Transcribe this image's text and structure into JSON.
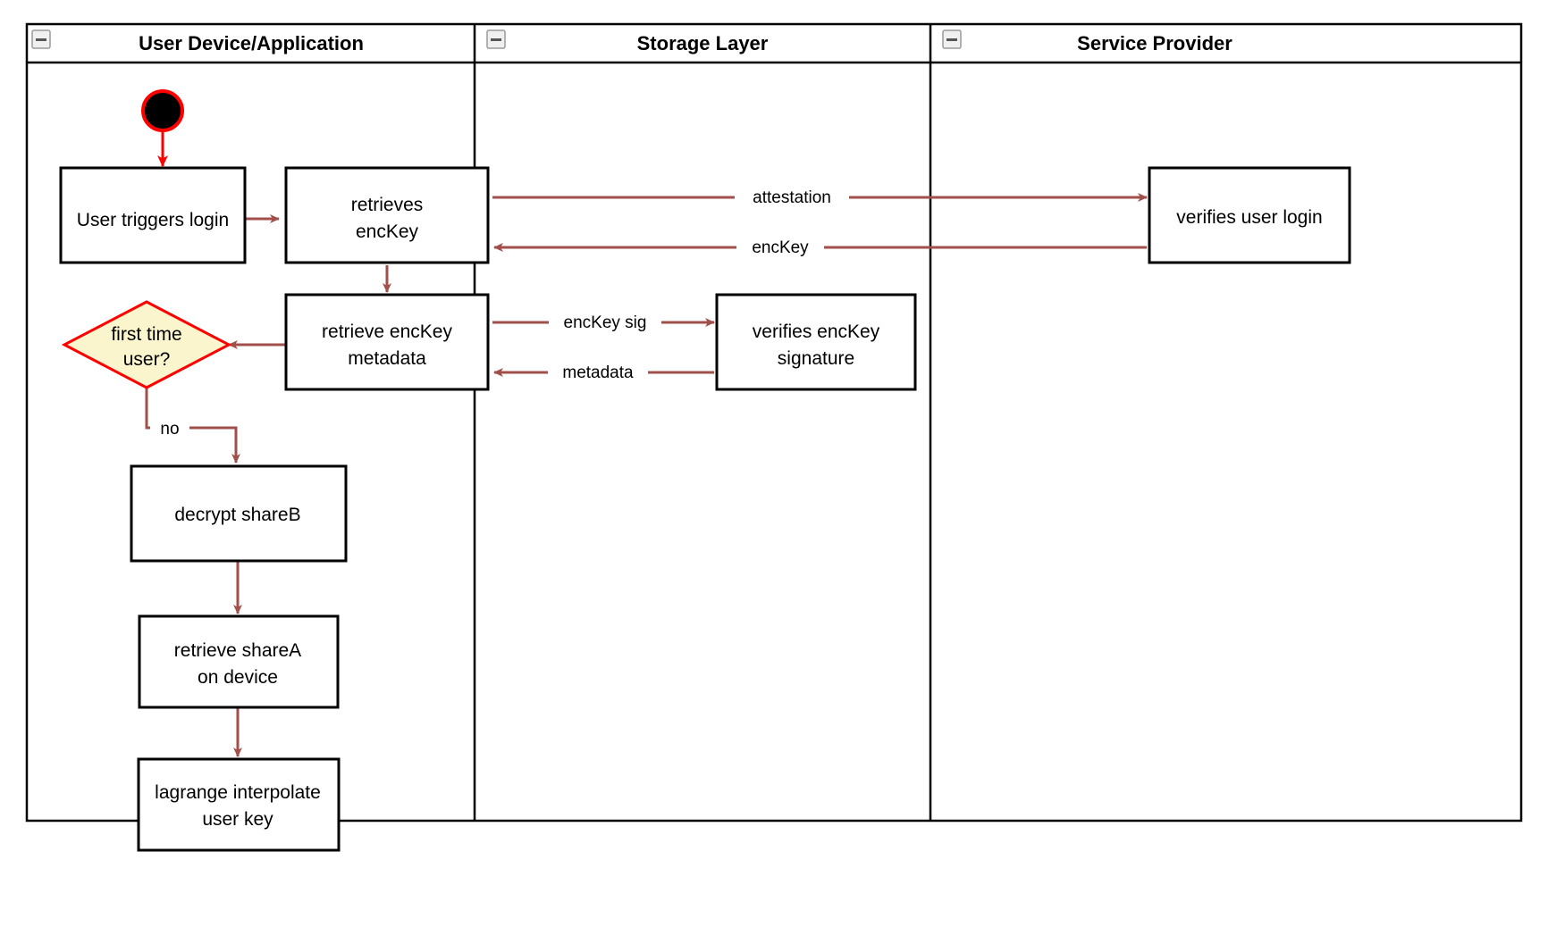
{
  "diagram": {
    "kind": "swimlane-activity-diagram",
    "background": "#ffffff",
    "colors": {
      "connector": "#A14F4A",
      "start_accent": "#FF0000",
      "decision_fill": "#FAF5CC",
      "decision_stroke": "#FF0000",
      "node_stroke": "#000000",
      "node_fill": "#ffffff",
      "text": "#000000"
    },
    "lanes": [
      {
        "id": "lane-user",
        "title": "User Device/Application",
        "collapse_icon": "collapse-minus-icon"
      },
      {
        "id": "lane-storage",
        "title": "Storage Layer",
        "collapse_icon": "collapse-minus-icon"
      },
      {
        "id": "lane-service",
        "title": "Service Provider",
        "collapse_icon": "collapse-minus-icon"
      }
    ],
    "nodes": [
      {
        "id": "start",
        "type": "start",
        "lane": "lane-user",
        "label": ""
      },
      {
        "id": "user-triggers-login",
        "type": "process",
        "lane": "lane-user",
        "label_line1": "User triggers login",
        "label_line2": ""
      },
      {
        "id": "retrieves-enckey",
        "type": "process",
        "lane": "lane-user",
        "label_line1": "retrieves",
        "label_line2": "encKey"
      },
      {
        "id": "retrieve-enckey-metadata",
        "type": "process",
        "lane": "lane-user",
        "label_line1": "retrieve encKey",
        "label_line2": "metadata"
      },
      {
        "id": "first-time-user",
        "type": "decision",
        "lane": "lane-user",
        "label_line1": "first time",
        "label_line2": "user?"
      },
      {
        "id": "decrypt-shareb",
        "type": "process",
        "lane": "lane-user",
        "label_line1": "decrypt shareB",
        "label_line2": ""
      },
      {
        "id": "retrieve-sharea-on-device",
        "type": "process",
        "lane": "lane-user",
        "label_line1": "retrieve shareA",
        "label_line2": "on device"
      },
      {
        "id": "lagrange-interpolate-user-key",
        "type": "process",
        "lane": "lane-user",
        "label_line1": "lagrange interpolate",
        "label_line2": "user key"
      },
      {
        "id": "verifies-enckey-signature",
        "type": "process",
        "lane": "lane-storage",
        "label_line1": "verifies encKey",
        "label_line2": "signature"
      },
      {
        "id": "verifies-user-login",
        "type": "process",
        "lane": "lane-service",
        "label_line1": "verifies user login",
        "label_line2": ""
      }
    ],
    "edges": [
      {
        "id": "edge-start-to-login",
        "from": "start",
        "to": "user-triggers-login",
        "label": ""
      },
      {
        "id": "edge-login-to-retrieves",
        "from": "user-triggers-login",
        "to": "retrieves-enckey",
        "label": ""
      },
      {
        "id": "edge-attestation",
        "from": "retrieves-enckey",
        "to": "verifies-user-login",
        "label": "attestation"
      },
      {
        "id": "edge-enckey-return",
        "from": "verifies-user-login",
        "to": "retrieves-enckey",
        "label": "encKey"
      },
      {
        "id": "edge-retrieves-to-metadata",
        "from": "retrieves-enckey",
        "to": "retrieve-enckey-metadata",
        "label": ""
      },
      {
        "id": "edge-enckey-sig",
        "from": "retrieve-enckey-metadata",
        "to": "verifies-enckey-signature",
        "label": "encKey sig"
      },
      {
        "id": "edge-metadata-return",
        "from": "verifies-enckey-signature",
        "to": "retrieve-enckey-metadata",
        "label": "metadata"
      },
      {
        "id": "edge-metadata-to-decision",
        "from": "retrieve-enckey-metadata",
        "to": "first-time-user",
        "label": ""
      },
      {
        "id": "edge-decision-no",
        "from": "first-time-user",
        "to": "decrypt-shareb",
        "label": "no"
      },
      {
        "id": "edge-decrypt-to-sharea",
        "from": "decrypt-shareb",
        "to": "retrieve-sharea-on-device",
        "label": ""
      },
      {
        "id": "edge-sharea-to-lagrange",
        "from": "retrieve-sharea-on-device",
        "to": "lagrange-interpolate-user-key",
        "label": ""
      }
    ]
  }
}
